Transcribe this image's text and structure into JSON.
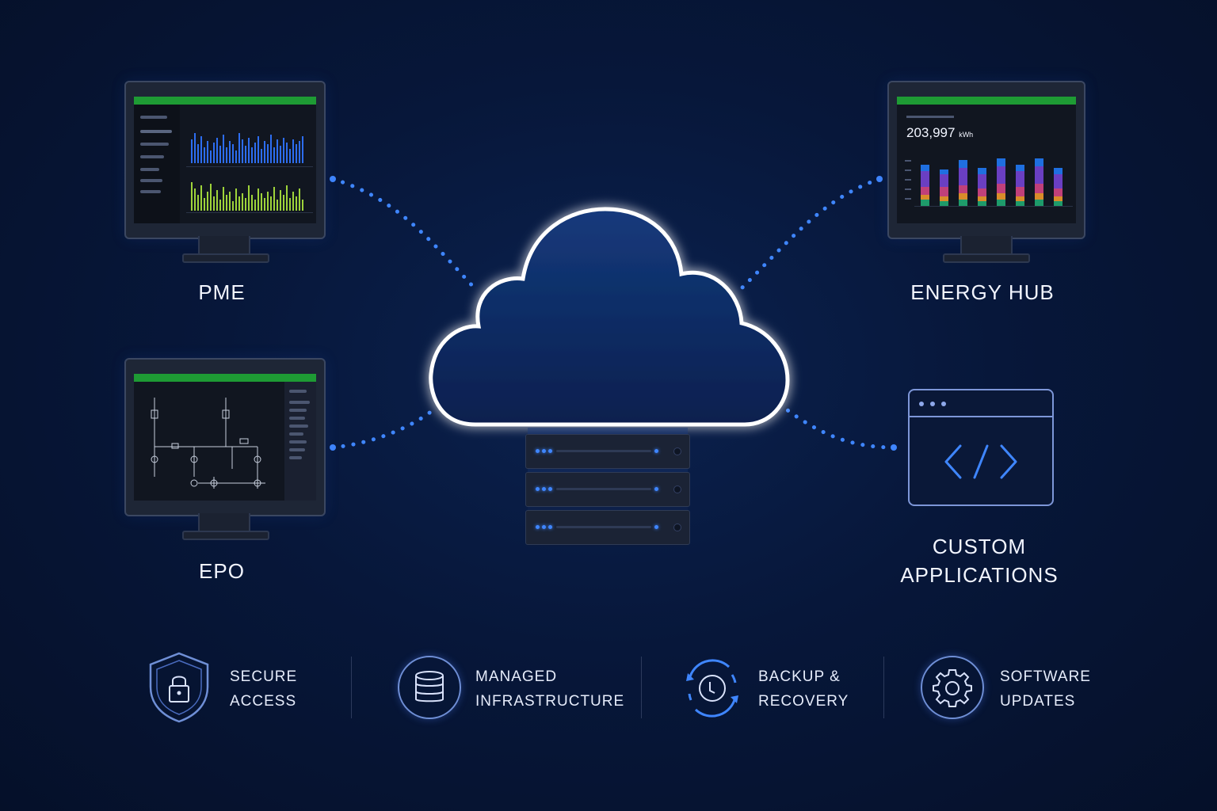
{
  "nodes": {
    "pme": {
      "label": "PME"
    },
    "energy_hub": {
      "label": "ENERGY HUB",
      "metric_value": "203,997",
      "metric_unit": "kWh"
    },
    "epo": {
      "label": "EPO"
    },
    "custom_apps": {
      "label_line1": "CUSTOM",
      "label_line2": "APPLICATIONS"
    }
  },
  "features": [
    {
      "line1": "SECURE",
      "line2": "ACCESS",
      "icon": "shield-lock-icon"
    },
    {
      "line1": "MANAGED",
      "line2": "INFRASTRUCTURE",
      "icon": "database-icon"
    },
    {
      "line1": "BACKUP &",
      "line2": "RECOVERY",
      "icon": "backup-recovery-icon"
    },
    {
      "line1": "SOFTWARE",
      "line2": "UPDATES",
      "icon": "gear-icon"
    }
  ],
  "colors": {
    "background": "#07173a",
    "accent_blue": "#3f86ff",
    "screen_green": "#1e9b34",
    "cloud_outline": "#ffffff"
  }
}
